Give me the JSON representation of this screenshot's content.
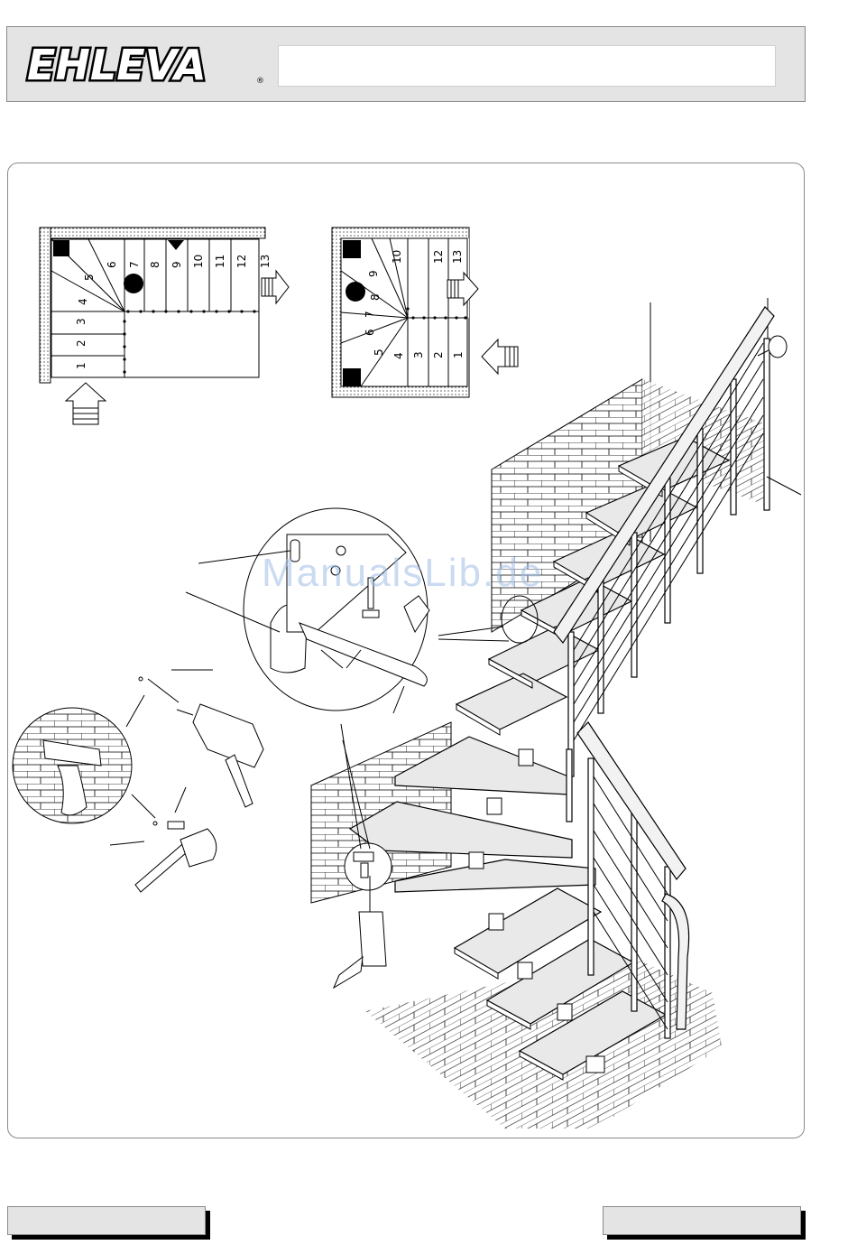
{
  "header": {
    "brand": "EHLEVA",
    "title": ""
  },
  "watermark": "ManualsLib.de",
  "plan_left": {
    "steps": [
      "1",
      "2",
      "3",
      "4",
      "5",
      "6",
      "7",
      "8",
      "9",
      "10",
      "11",
      "12",
      "13"
    ]
  },
  "plan_right": {
    "steps": [
      "1",
      "2",
      "3",
      "4",
      "5",
      "6",
      "7",
      "8",
      "9",
      "10",
      "12",
      "13"
    ]
  },
  "footer": {
    "left": "",
    "right": ""
  },
  "colors": {
    "header_bg": "#e4e4e4",
    "line": "#000000",
    "watermark": "#9fbde6"
  },
  "icons": [
    "drill-icon",
    "hammer-icon",
    "arrow-icon",
    "brick-wall"
  ]
}
